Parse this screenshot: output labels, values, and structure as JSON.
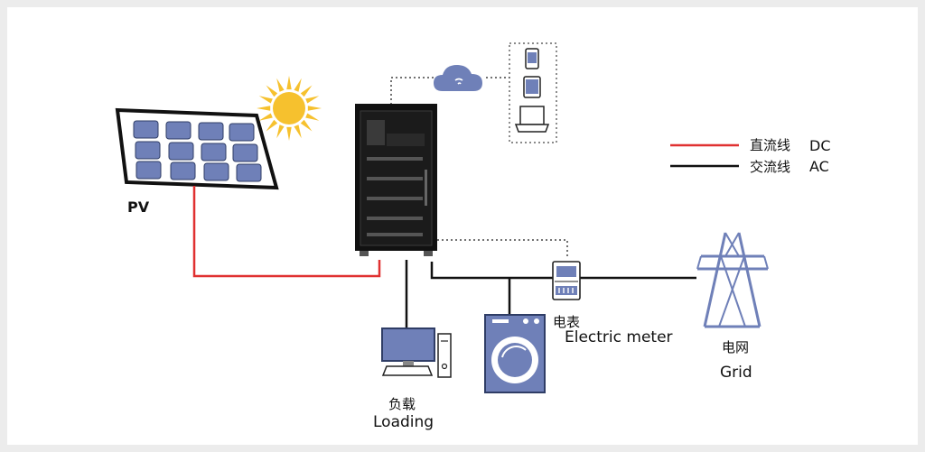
{
  "pv": {
    "label": "PV"
  },
  "legend": [
    {
      "cn": "直流线",
      "en": "DC",
      "color": "#e03131"
    },
    {
      "cn": "交流线",
      "en": "AC",
      "color": "#111111"
    }
  ],
  "loading": {
    "cn": "负载",
    "en": "Loading"
  },
  "meter": {
    "cn": "电表",
    "en": "Electric meter"
  },
  "grid": {
    "cn": "电网",
    "en": "Grid"
  },
  "colors": {
    "device_fill": "#6f80b8",
    "device_stroke": "#2f3d66",
    "sun": "#f6c12e",
    "dc_line": "#e03131",
    "ac_line": "#111111",
    "comm_line": "#444444"
  },
  "icons": {
    "solar_panel": "solar-panel-icon",
    "sun": "sun-icon",
    "cabinet": "battery-cabinet-icon",
    "cloud": "cloud-icon",
    "phone": "phone-icon",
    "tablet": "tablet-icon",
    "laptop": "laptop-icon",
    "computer": "desktop-computer-icon",
    "washer": "washing-machine-icon",
    "meter": "electric-meter-icon",
    "tower": "transmission-tower-icon"
  }
}
